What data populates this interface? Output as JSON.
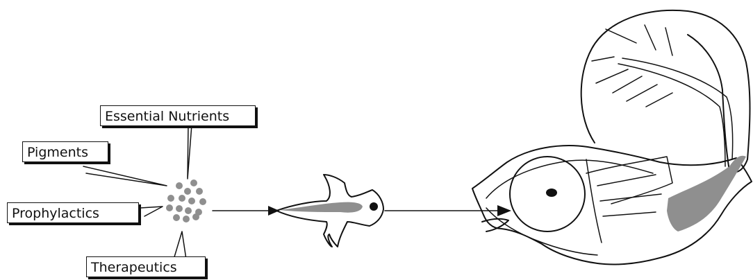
{
  "labels": {
    "essential_nutrients": "Essential Nutrients",
    "pigments": "Pigments",
    "prophylactics": "Prophylactics",
    "therapeutics": "Therapeutics"
  },
  "colors": {
    "ink": "#111111",
    "particle": "#8f8f8f",
    "gut_fill": "#8f8f8f",
    "background": "#ffffff"
  },
  "particles": {
    "count": 15
  }
}
